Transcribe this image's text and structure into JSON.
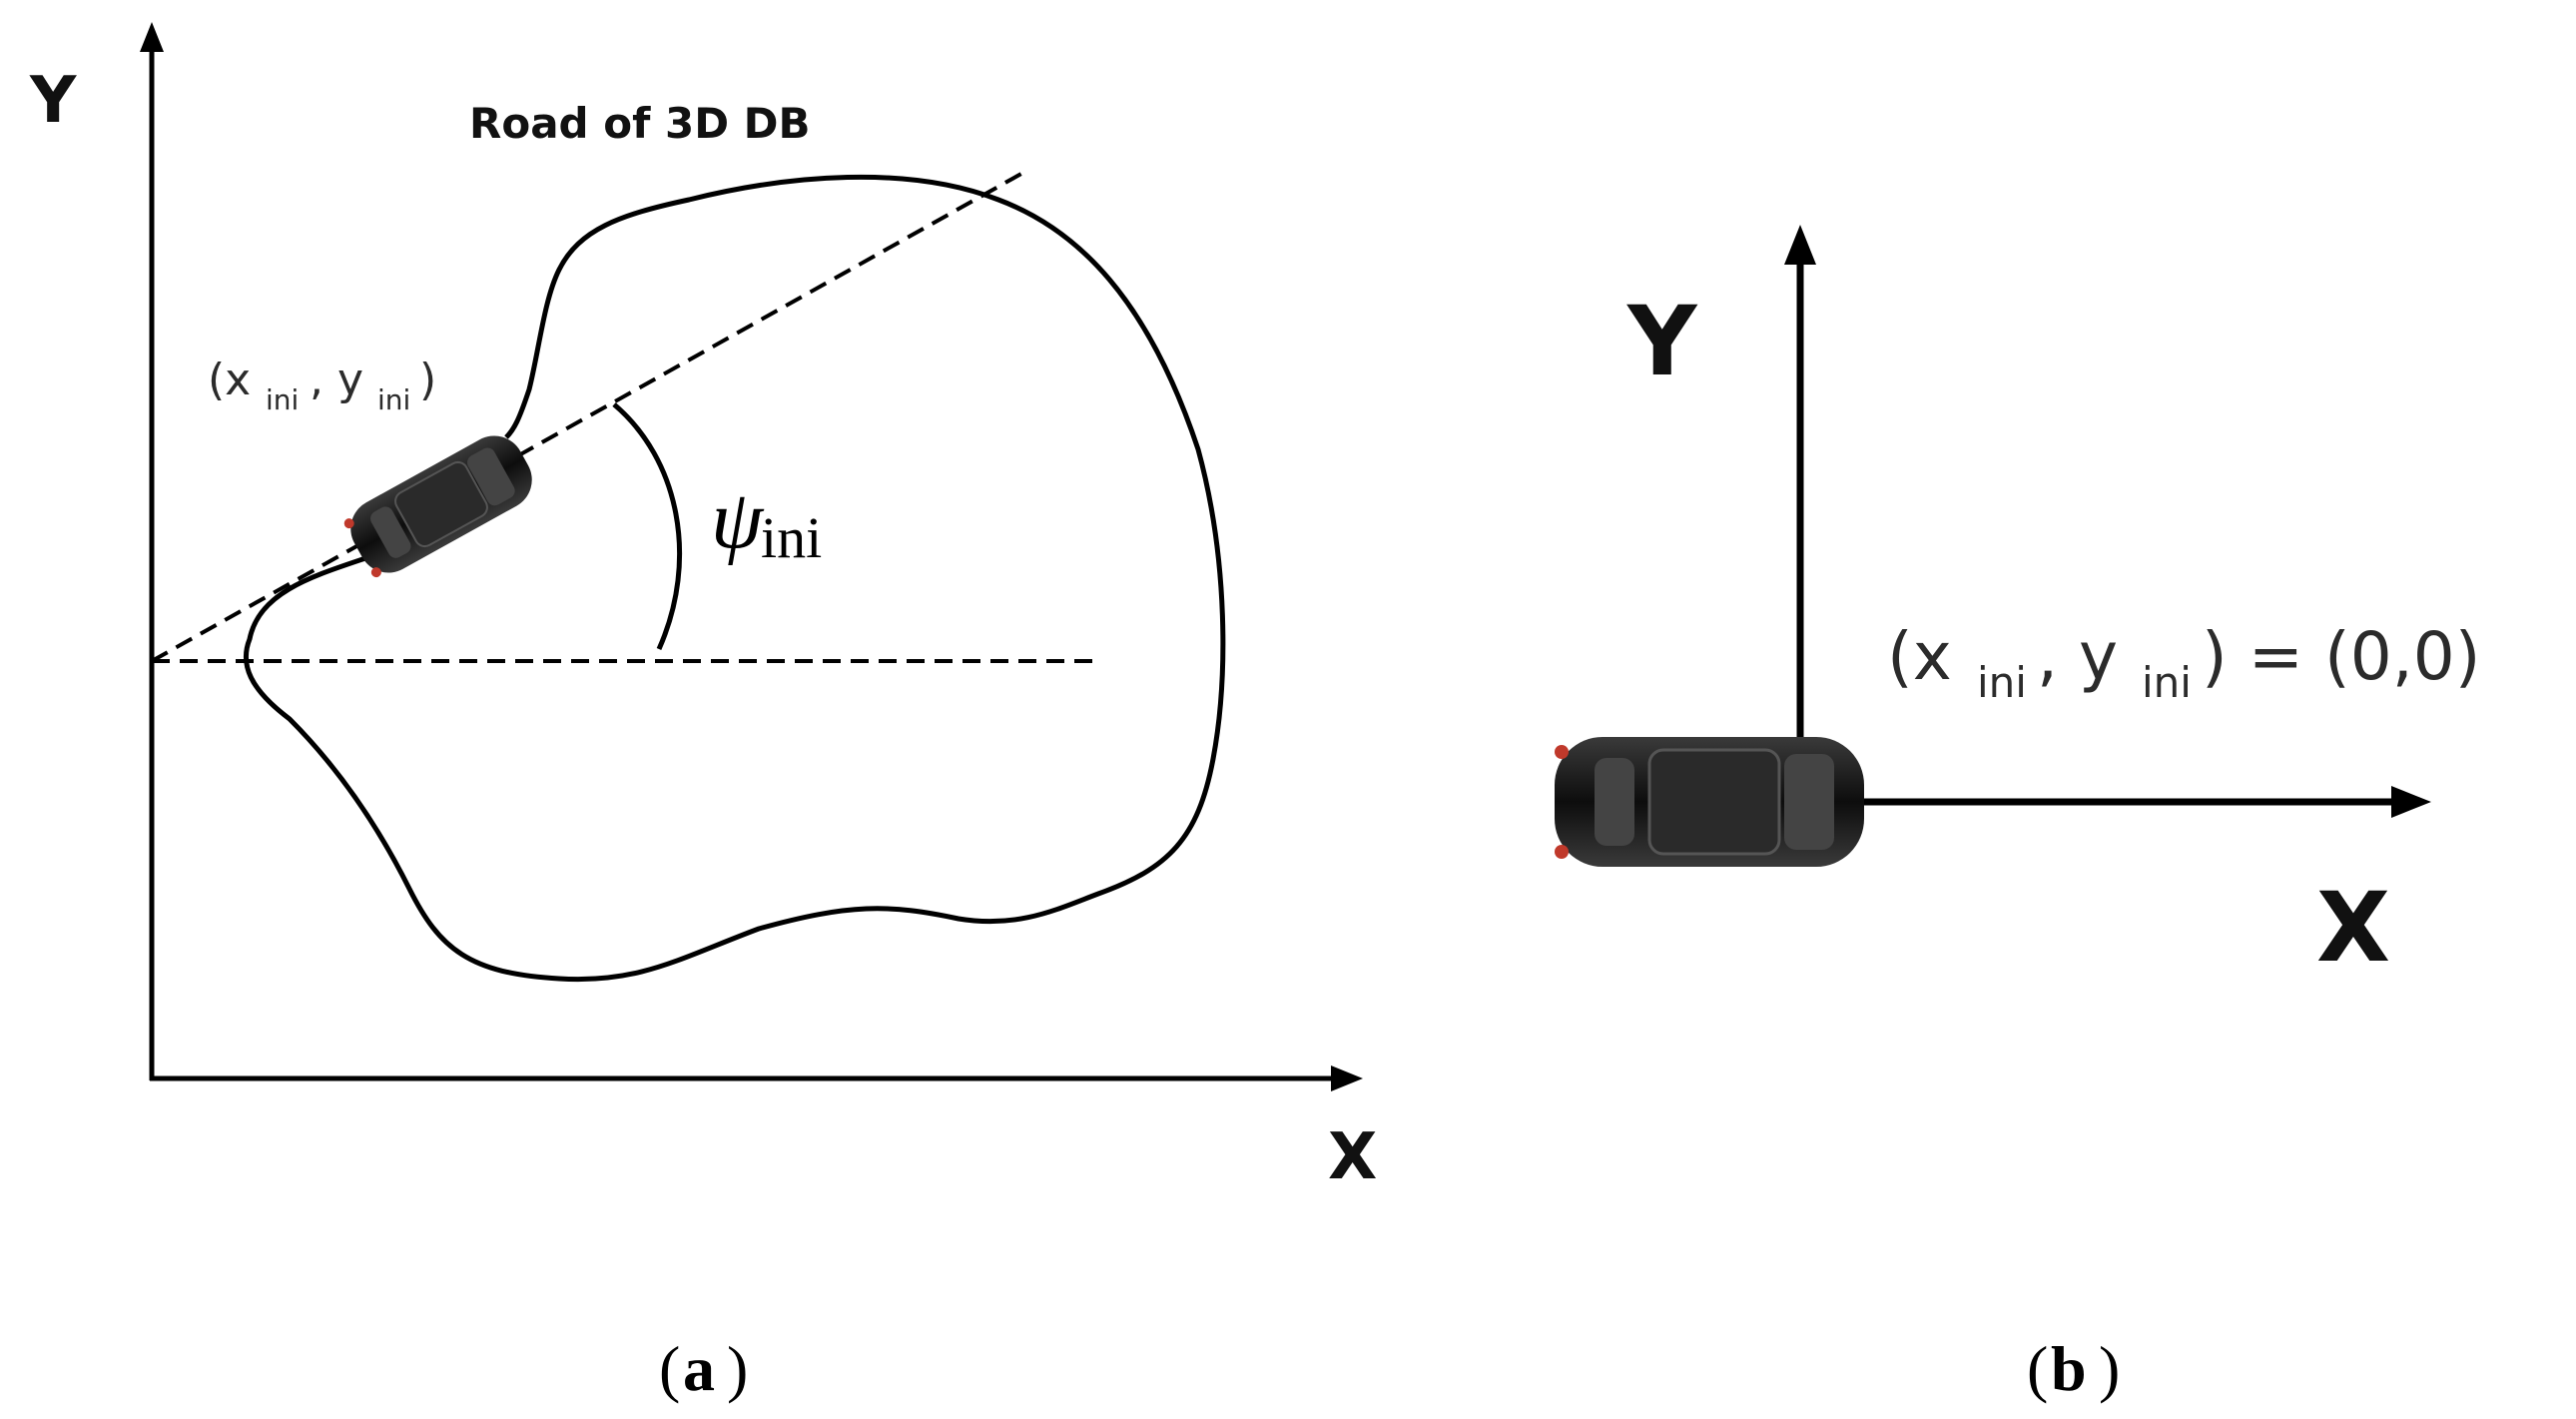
{
  "panel_a": {
    "axis_y": "Y",
    "axis_x": "X",
    "road_label": "Road of 3D DB",
    "coord_open": "(x",
    "coord_sub1": "ini",
    "coord_sep": ", y",
    "coord_sub2": "ini",
    "coord_close": ")",
    "angle_symbol": "ψ",
    "angle_sub": "ini",
    "caption_open": "(",
    "caption_letter": "a",
    "caption_close": ")"
  },
  "panel_b": {
    "axis_y": "Y",
    "axis_x": "X",
    "coord_open": "(x",
    "coord_sub1": "ini",
    "coord_sep": ", y",
    "coord_sub2": "ini",
    "coord_close": ") = (0,0)",
    "caption_open": "(",
    "caption_letter": "b",
    "caption_close": ")"
  },
  "colors": {
    "ink": "#000000",
    "car_body": "#1a1a1a",
    "car_light": "#c0392b"
  },
  "icons": [
    "car-icon"
  ]
}
